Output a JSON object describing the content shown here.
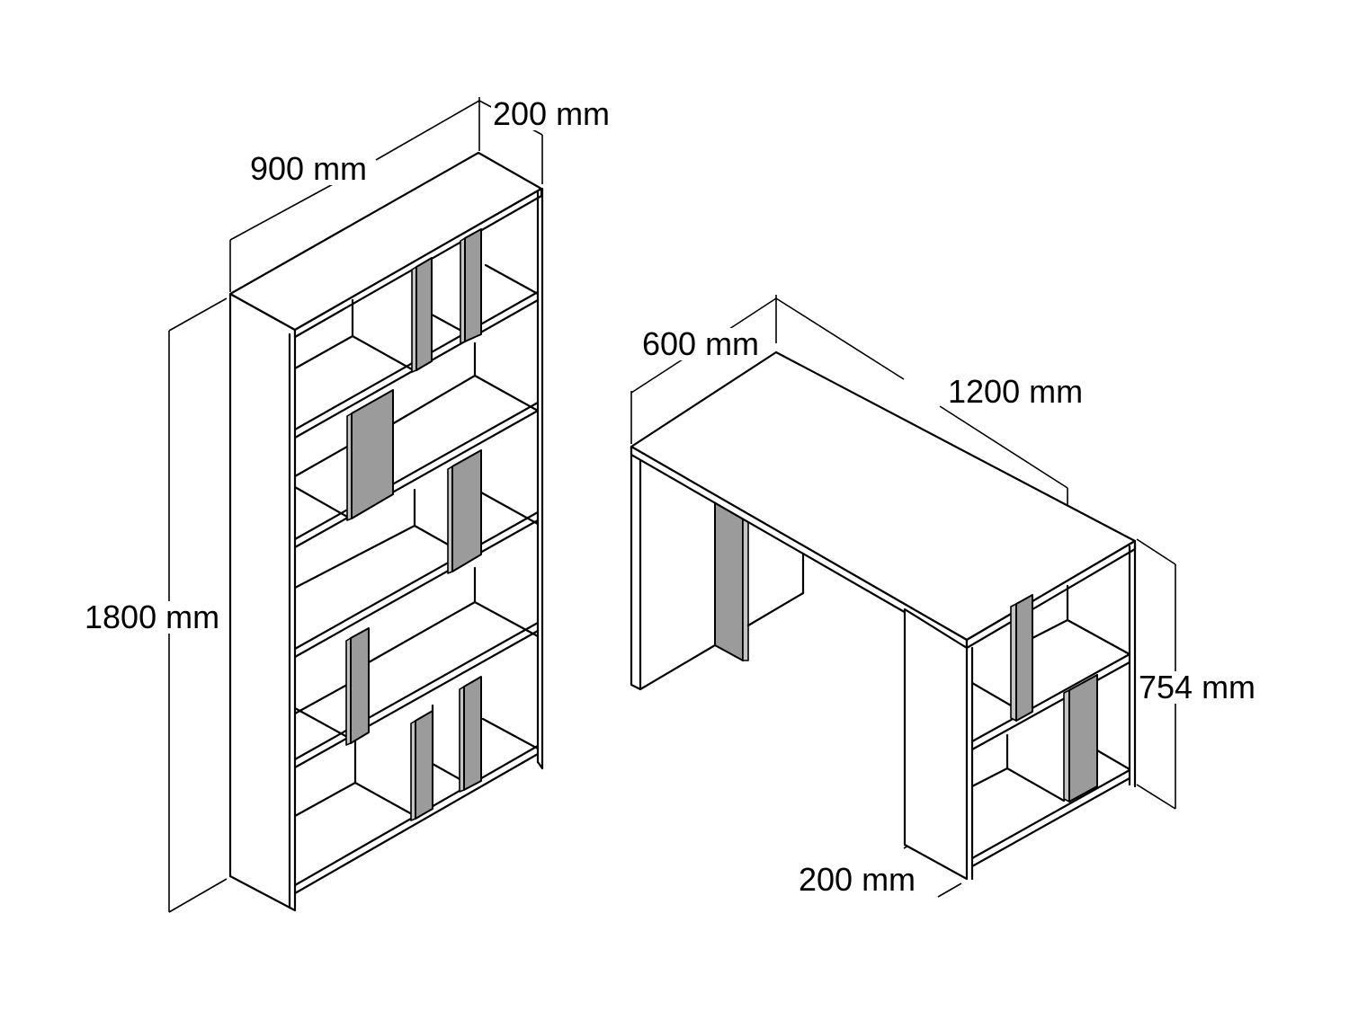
{
  "diagram": {
    "background": "#ffffff",
    "line_color": "#000000",
    "panel_color": "#9b9b9b",
    "items": [
      {
        "name": "bookshelf",
        "dimensions": {
          "width": "900 mm",
          "depth": "200 mm",
          "height": "1800 mm"
        },
        "shelf_levels": 5
      },
      {
        "name": "desk",
        "dimensions": {
          "depth": "600 mm",
          "length": "1200 mm",
          "height": "754 mm",
          "side_depth": "200 mm"
        },
        "shelf_levels": 2
      }
    ]
  },
  "labels": {
    "bookshelf_width": "900 mm",
    "bookshelf_depth": "200 mm",
    "bookshelf_height": "1800 mm",
    "desk_depth": "600 mm",
    "desk_length": "1200 mm",
    "desk_height": "754 mm",
    "desk_side_depth": "200 mm"
  }
}
